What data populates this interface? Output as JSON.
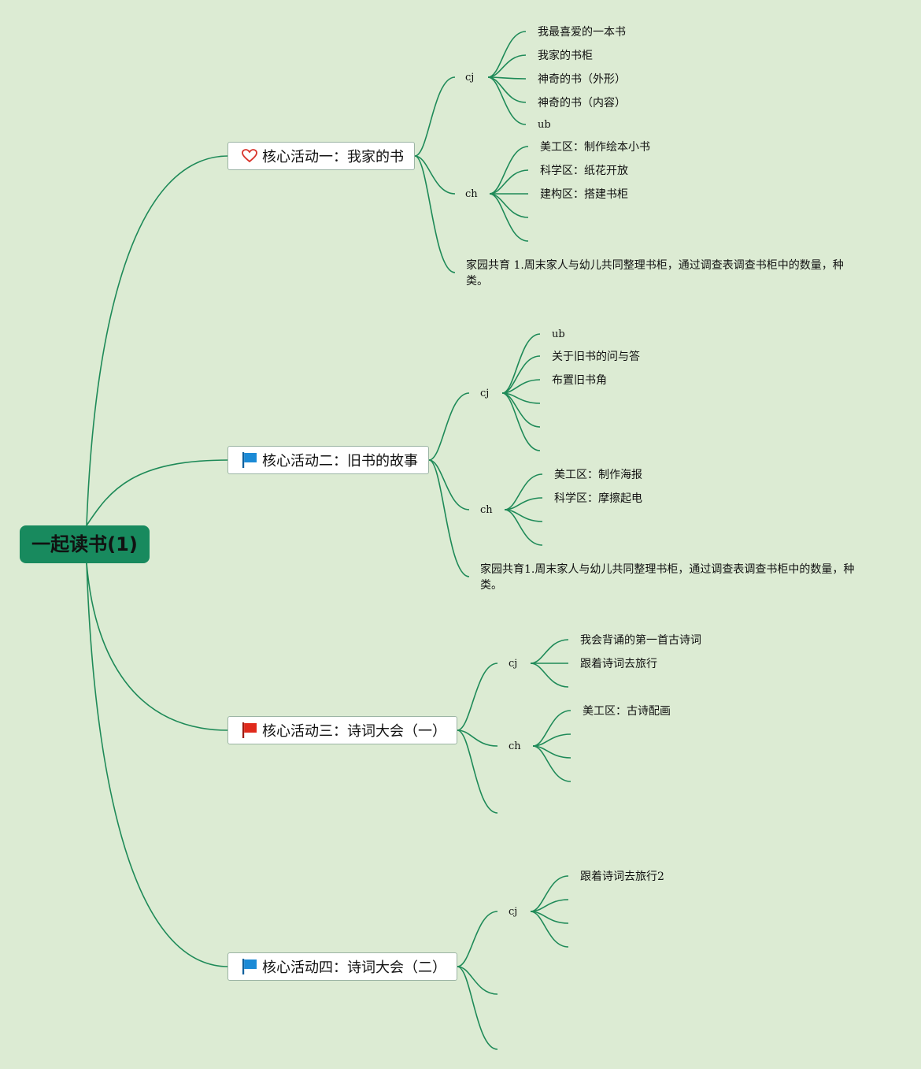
{
  "root": {
    "label": "一起读书(1)"
  },
  "colors": {
    "background": "#dcebd3",
    "line": "#1e8a58",
    "root_fill": "#188a5e",
    "heart": "#d9342b",
    "flag_blue": "#1b8ad6",
    "flag_red": "#e02a1c"
  },
  "branches": [
    {
      "label": "核心活动一：我家的书",
      "icon": "heart-icon",
      "cj": {
        "label": "cj",
        "items": [
          "我最喜爱的一本书",
          "我家的书柜",
          "神奇的书（外形）",
          "神奇的书（内容）",
          "ub"
        ]
      },
      "ch": {
        "label": "ch",
        "items": [
          "美工区：制作绘本小书",
          "科学区：纸花开放",
          "建构区：搭建书柜"
        ]
      },
      "note": "家园共育 1.周末家人与幼儿共同整理书柜，通过调查表调查书柜中的数量，种类。"
    },
    {
      "label": "核心活动二：旧书的故事",
      "icon": "blue-flag-icon",
      "cj": {
        "label": "cj",
        "items": [
          "ub",
          "关于旧书的问与答",
          "布置旧书角"
        ]
      },
      "ch": {
        "label": "ch",
        "items": [
          "美工区：制作海报",
          "科学区：摩擦起电"
        ]
      },
      "note": "家园共育1.周末家人与幼儿共同整理书柜，通过调查表调查书柜中的数量，种类。"
    },
    {
      "label": "核心活动三：诗词大会（一）",
      "icon": "red-flag-icon",
      "cj": {
        "label": "cj",
        "items": [
          "我会背诵的第一首古诗词",
          "跟着诗词去旅行"
        ]
      },
      "ch": {
        "label": "ch",
        "items": [
          "美工区：古诗配画"
        ]
      }
    },
    {
      "label": "核心活动四：诗词大会（二）",
      "icon": "blue-flag-icon",
      "cj": {
        "label": "cj",
        "items": [
          "跟着诗词去旅行2"
        ]
      }
    }
  ]
}
